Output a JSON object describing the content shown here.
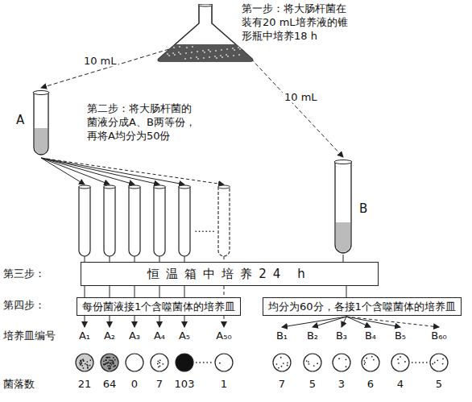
{
  "diagram": {
    "nodes": [
      {
        "text": [
          "第一步：将大肠杆菌在装有20 mL培养液的锥形瓶中培养18 h"
        ]
      },
      {
        "text": [
          "A"
        ]
      },
      {
        "text": [
          "B"
        ]
      },
      {
        "text": [
          "恒温箱中培养24 h"
        ]
      },
      {
        "text": [
          "每份菌液接1个含噬菌体的培养皿"
        ]
      },
      {
        "text": [
          "均分为60分，各接1个含噬菌体的培养皿"
        ]
      }
    ],
    "edges": [
      {
        "from": 0,
        "to": 1,
        "arrow": "to",
        "label": "10 mL"
      },
      {
        "from": 0,
        "to": 2,
        "arrow": "to",
        "label": "10 mL"
      },
      {
        "from": 2,
        "to": 3,
        "arrow": "none"
      },
      {
        "from": 3,
        "to": 4,
        "arrow": "none"
      },
      {
        "from": 3,
        "to": 5,
        "arrow": "none"
      }
    ],
    "labels": [
      "第二步：将大肠杆菌的菌液分成A、B两等份，再将A均分为50份",
      "……",
      "第三步：",
      "第四步：",
      "培养皿编号",
      "菌落数",
      "A₁",
      "A₂",
      "A₃",
      "A₄",
      "A₅",
      "A₅₀",
      "B₁",
      "B₂",
      "B₃",
      "B₄",
      "B₅",
      "B₆₀",
      "21",
      "64",
      "0",
      "7",
      "103",
      "1",
      "7",
      "5",
      "3",
      "6",
      "4",
      "5"
    ]
  }
}
